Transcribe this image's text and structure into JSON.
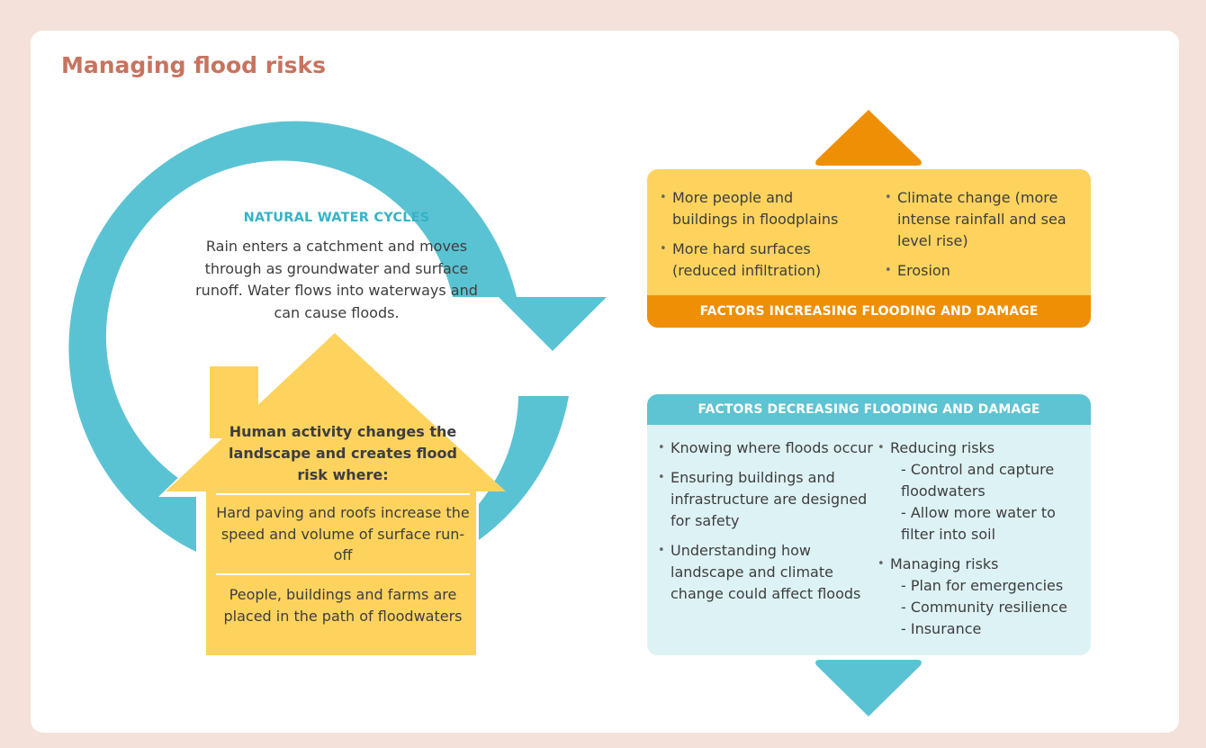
{
  "title": "Managing flood risks",
  "colors": {
    "cycle_arrow": "#5ac3d3",
    "house": "#fdd35d",
    "increase_box": "#fdd35d",
    "increase_bar": "#ef8f05",
    "decrease_box": "#ddf2f5",
    "decrease_bar": "#5ec3d2",
    "title": "#c8735e"
  },
  "cycle": {
    "heading": "NATURAL WATER CYCLES",
    "text": "Rain enters a catchment and moves through as groundwater and surface runoff. Water flows into waterways and can cause floods."
  },
  "house": {
    "heading": "Human activity changes the landscape and creates flood risk where:",
    "point1": "Hard paving and roofs increase the speed and volume of surface run-off",
    "point2": "People, buildings and farms are placed in the path of floodwaters"
  },
  "increasing": {
    "label": "FACTORS INCREASING FLOODING AND DAMAGE",
    "arrow_icon": "up-arrow-icon",
    "left_items": [
      "More people and buildings in floodplains",
      "More hard surfaces (reduced infiltration)"
    ],
    "right_items": [
      "Climate change (more intense rainfall and sea level rise)",
      "Erosion"
    ]
  },
  "decreasing": {
    "label": "FACTORS DECREASING FLOODING AND DAMAGE",
    "arrow_icon": "down-arrow-icon",
    "left_items": [
      "Knowing where floods occur",
      "Ensuring buildings and infrastructure are designed for safety",
      "Understanding how landscape and climate change could affect floods"
    ],
    "reducing": {
      "label": "Reducing risks",
      "subs": [
        "- Control and capture floodwaters",
        "- Allow more water to filter into soil"
      ]
    },
    "managing": {
      "label": "Managing risks",
      "subs": [
        "- Plan for emergencies",
        "- Community resilience",
        "- Insurance"
      ]
    }
  }
}
